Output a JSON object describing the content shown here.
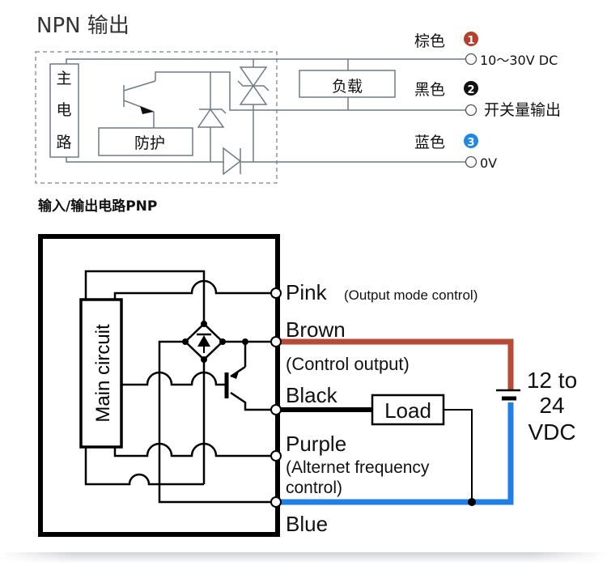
{
  "npn_section": {
    "title": "NPN 输出",
    "main_circuit_label": [
      "主",
      "电",
      "路"
    ],
    "protection_label": "防护",
    "load_label": "负载",
    "wires": [
      {
        "color_name": "棕色",
        "number": "1",
        "badge_color": "#b5412c",
        "terminal_label": "10～30V DC"
      },
      {
        "color_name": "黑色",
        "number": "2",
        "badge_color": "#111111",
        "terminal_label": "开关量输出"
      },
      {
        "color_name": "蓝色",
        "number": "3",
        "badge_color": "#1e88e5",
        "terminal_label": "0V"
      }
    ],
    "line_color": "#7a8590"
  },
  "pnp_section": {
    "title": "输入/输出电路PNP",
    "main_circuit_label": "Main circuit",
    "load_label": "Load",
    "supply_label": [
      "12 to",
      "24",
      "VDC"
    ],
    "wires": [
      {
        "name": "Pink",
        "note": "(Output mode control)"
      },
      {
        "name": "Brown",
        "note": "(Control output)",
        "color": "#b84a38"
      },
      {
        "name": "Black",
        "note": ""
      },
      {
        "name": "Purple",
        "note": "(Alternet frequency",
        "note2": "control)"
      },
      {
        "name": "Blue",
        "note": "",
        "color": "#1f7fe6"
      }
    ]
  }
}
